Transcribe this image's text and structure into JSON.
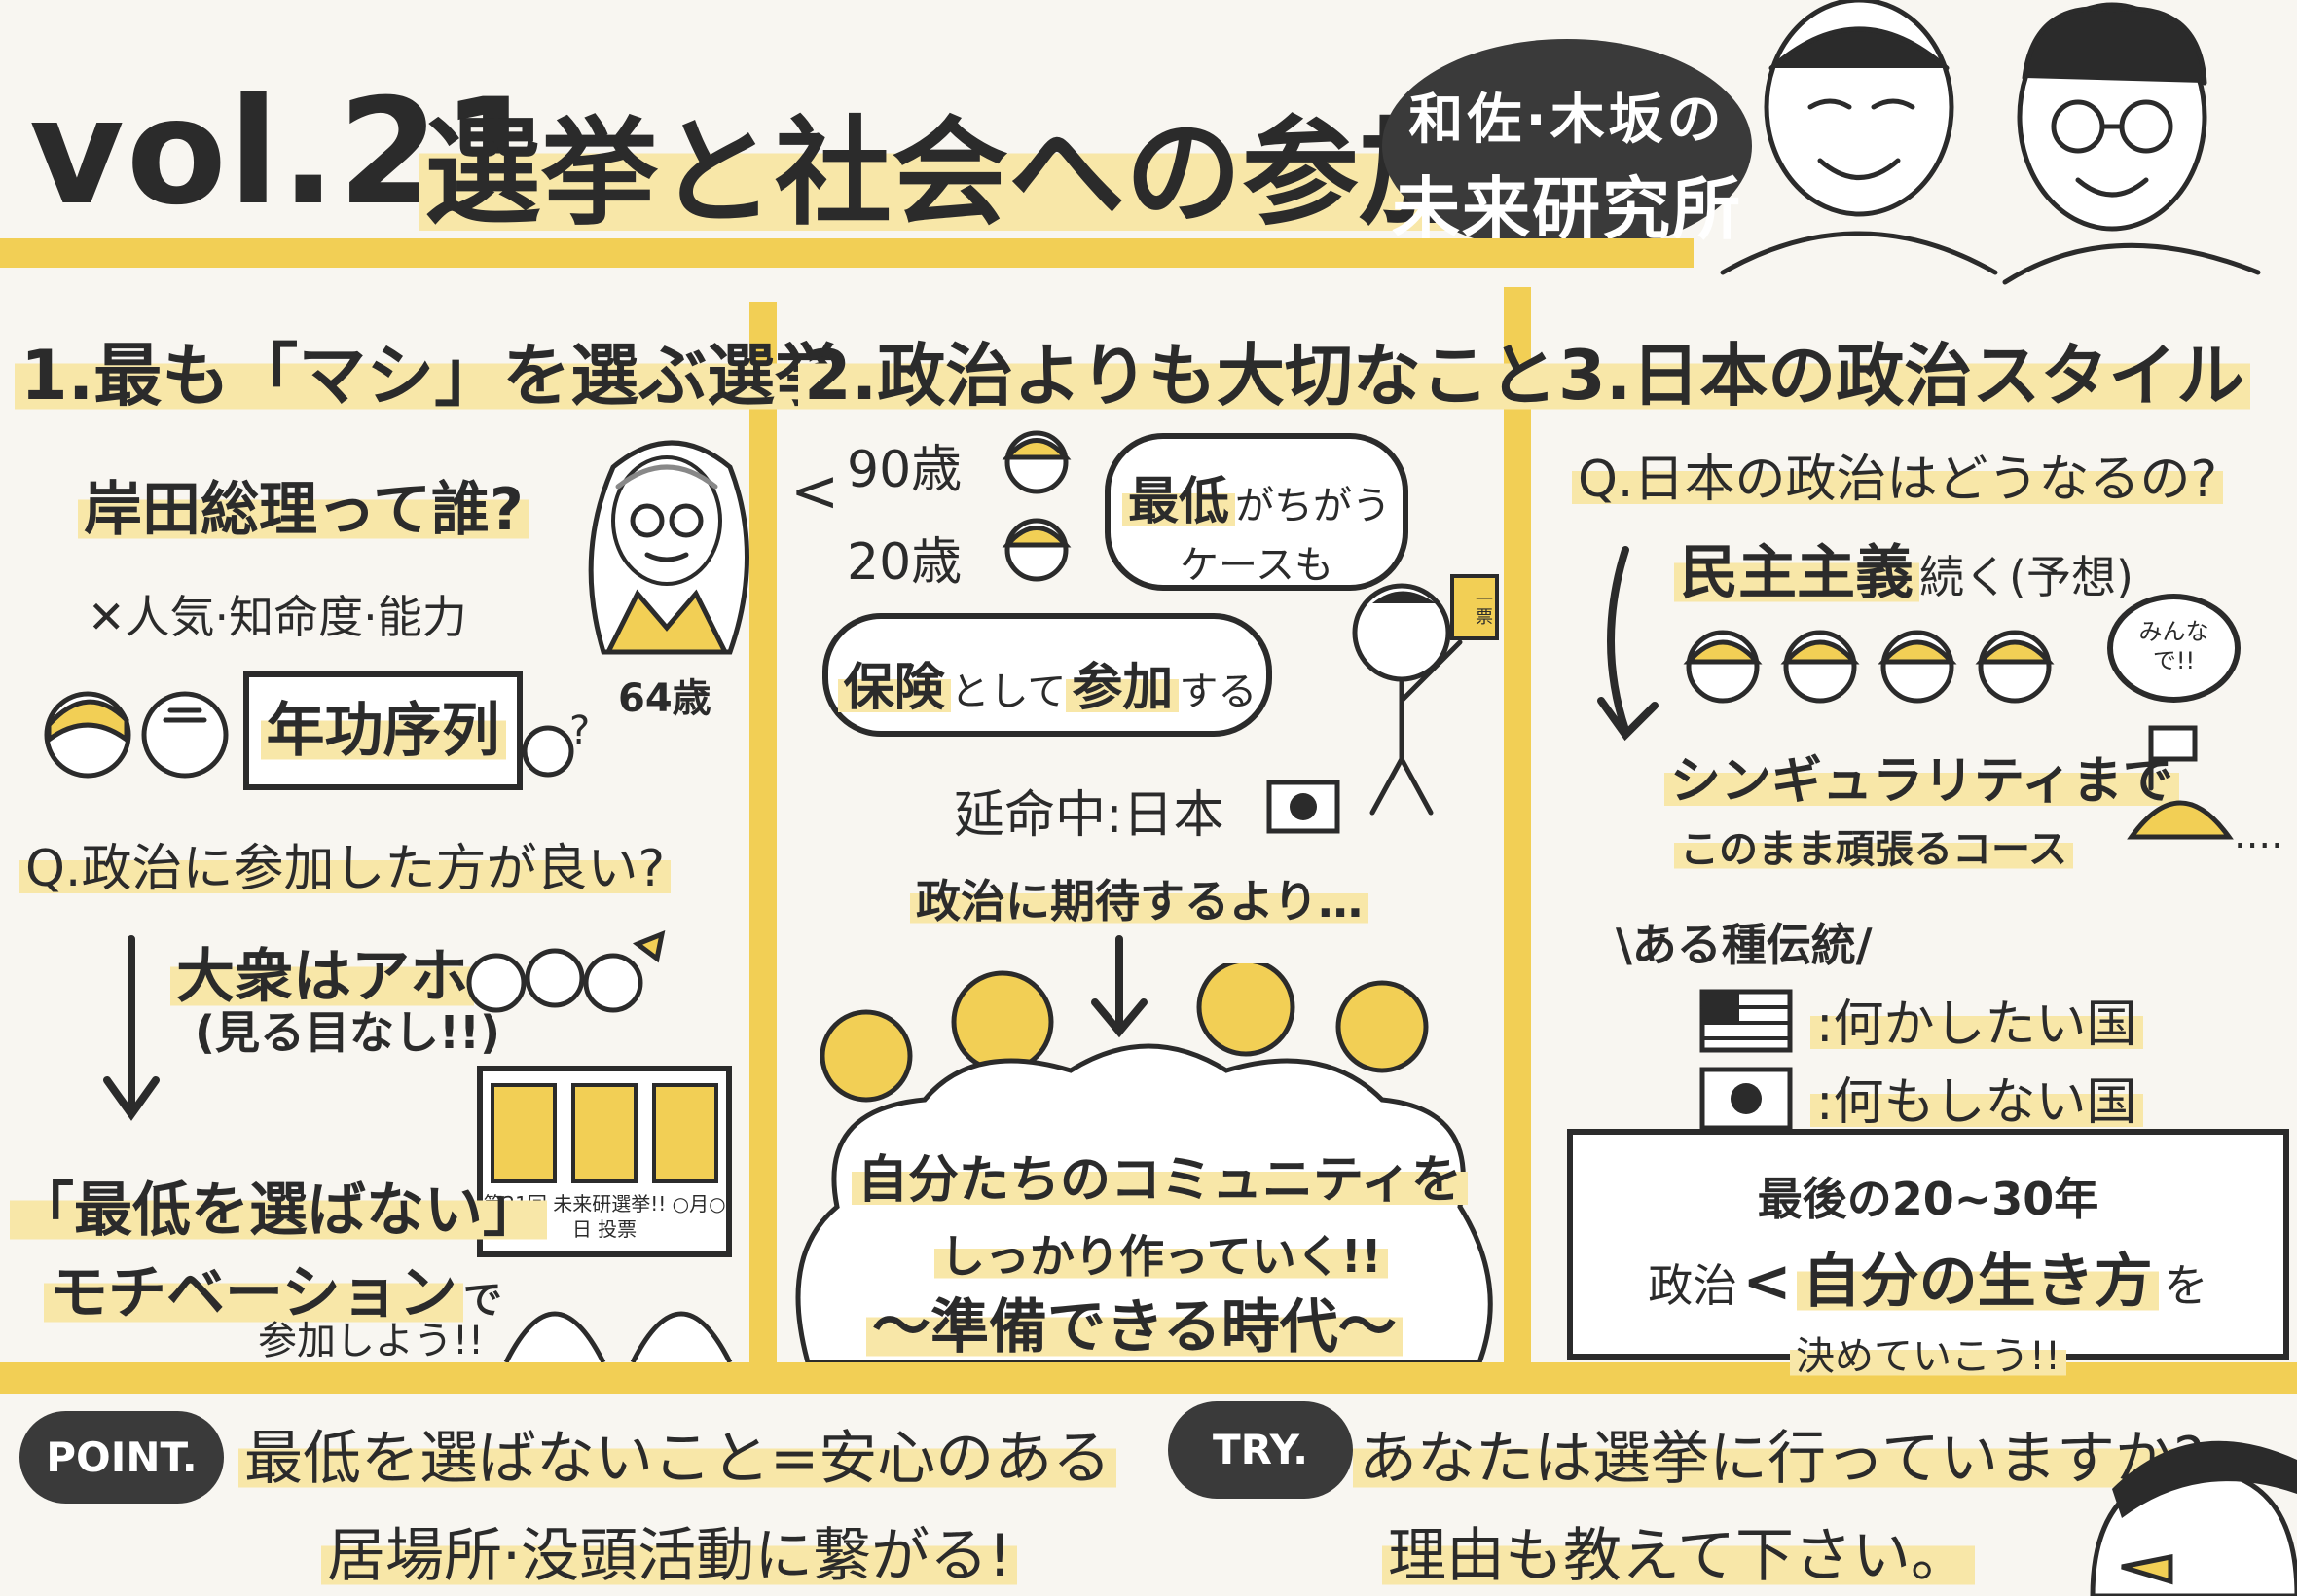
{
  "header": {
    "vol": "vol.21",
    "title": "選挙と社会への参加",
    "badge_line1": "和佐·木坂の",
    "badge_line2": "未来研究所"
  },
  "sections": {
    "s1": {
      "heading": "1.最も「マシ」を選ぶ選挙",
      "q1": "岸田総理って誰?",
      "cross": "✕人気·知命度·能力",
      "age": "64歳",
      "box_label": "年功序列",
      "qmark": "?",
      "q2": "Q.政治に参加した方が良い?",
      "mass": "大衆はアホ",
      "mass_sub": "(見る目なし!!)",
      "poster": "第21回 未来研選挙!! ○月○日 投票",
      "mot1": "「最低を選ばない」",
      "mot2": "モチベーション",
      "mot2b": "で",
      "mot3": "参加しよう!!"
    },
    "s2": {
      "heading": "2.政治よりも大切なこと",
      "age90": "90歳",
      "age20": "20歳",
      "lt": "<",
      "bubble1_a": "最低",
      "bubble1_b": "がちがう",
      "bubble1_c": "ケースも",
      "ticket": "一票",
      "bubble2_a": "保険",
      "bubble2_b": "として",
      "bubble2_c": "参加",
      "bubble2_d": "する",
      "enmei": "延命中:日本",
      "kitai": "政治に期待するより…",
      "cloud1": "自分たちのコミュニティを",
      "cloud2": "しっかり作っていく!!",
      "cloud3": "〜準備できる時代〜"
    },
    "s3": {
      "heading": "3.日本の政治スタイル",
      "q": "Q.日本の政治はどうなるの?",
      "demo_a": "民主主義",
      "demo_b": "続く(予想)",
      "minna": "みんなで!!",
      "sing": "シンギュラリティまで",
      "course": "このまま頑張るコース",
      "dots": "....",
      "tradition": "\\ある種伝統/",
      "us": ":何かしたい国",
      "jp": ":何もしない国",
      "box1": "最後の20~30年",
      "box2_a": "政治",
      "box2_b": "<",
      "box2_c": "自分の生き方",
      "box2_d": "を",
      "box3": "決めていこう!!"
    }
  },
  "footer": {
    "point_label": "POINT.",
    "point1": "最低を選ばないこと=安心のある",
    "point2": "居場所·没頭活動に繋がる!",
    "try_label": "TRY.",
    "try1": "あなたは選挙に行っていますか?",
    "try2": "理由も教えて下さい。"
  },
  "colors": {
    "accent": "#f2cf55",
    "highlight": "#f8e7a8",
    "ink": "#2b2b2b"
  }
}
